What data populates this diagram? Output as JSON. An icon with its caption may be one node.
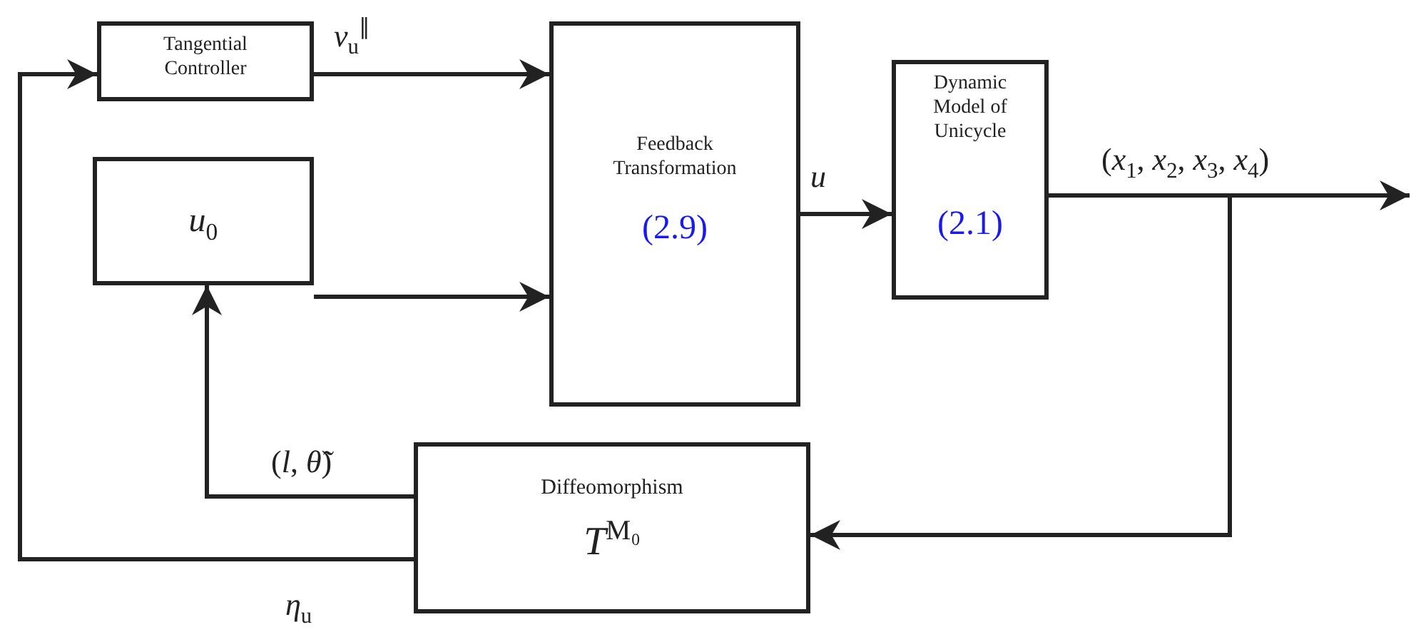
{
  "diagram": {
    "nodes": [
      {
        "text": [
          "Tangential Controller"
        ]
      },
      {
        "text": [
          "*u*$_{0}$"
        ]
      },
      {
        "text": [
          "Feedback Transformation",
          "(2.9)"
        ]
      },
      {
        "text": [
          "Dynamic Model of Unicycle",
          "(2.1)"
        ]
      },
      {
        "text": [
          "Diffeomorphism",
          "*T*$^{M₀}$"
        ]
      }
    ],
    "edges": [
      {
        "from": 0,
        "to": 2,
        "arrow": "to",
        "label": "*v*$_{u}$$^{∥}$"
      },
      {
        "from": 1,
        "to": 2,
        "arrow": "to"
      },
      {
        "from": 2,
        "to": 3,
        "arrow": "to",
        "label": "*u*"
      },
      {
        "from": 3,
        "to": null,
        "arrow": "to",
        "label": "(*x*$_{1}$, *x*$_{2}$, *x*$_{3}$, *x*$_{4}$)"
      },
      {
        "from": 3,
        "to": 4,
        "arrow": "to"
      },
      {
        "from": 4,
        "to": 1,
        "arrow": "to",
        "label": "(*l*, *θ̃*)"
      },
      {
        "from": 4,
        "to": 0,
        "arrow": "to",
        "label": "*η*$_{u}$"
      }
    ]
  }
}
